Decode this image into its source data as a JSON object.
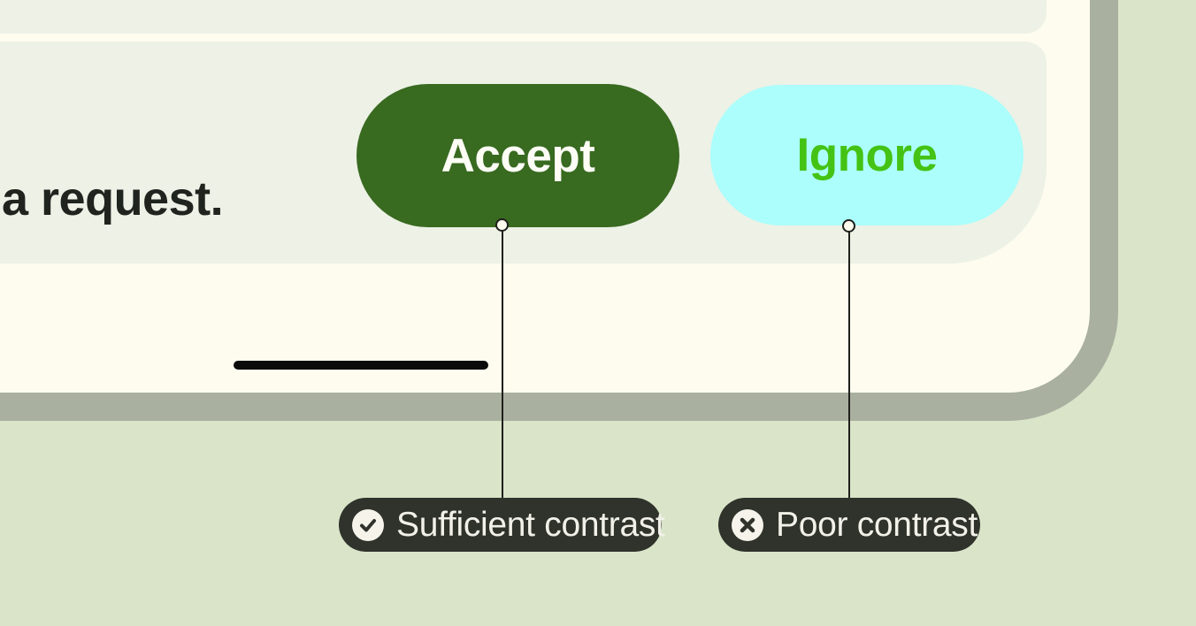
{
  "canvas": {
    "background_color": "#D9E4C9"
  },
  "phone": {
    "body_color": "#FDFCEF",
    "frame_color": "#A9B0A0",
    "card_color": "#EDF1E6",
    "home_indicator_color": "#0B0B09"
  },
  "dialog": {
    "message_fragment": "a request.",
    "buttons": [
      {
        "id": "accept",
        "label": "Accept",
        "bg": "#386A20",
        "fg": "#FDFDF6",
        "contrast": "sufficient"
      },
      {
        "id": "ignore",
        "label": "Ignore",
        "bg": "#ABFEFB",
        "fg": "#44C314",
        "contrast": "poor"
      }
    ]
  },
  "annotations": [
    {
      "label": "Sufficient contrast",
      "icon": "check-icon",
      "pill_bg": "#2F332B",
      "pill_fg": "#F2F1E9"
    },
    {
      "label": "Poor contrast",
      "icon": "x-icon",
      "pill_bg": "#2F332B",
      "pill_fg": "#F2F1E9"
    }
  ]
}
